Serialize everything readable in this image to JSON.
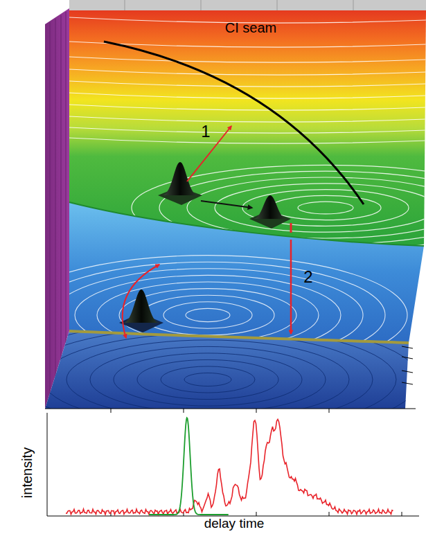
{
  "diagram": {
    "labels": [
      "CI seam",
      "1",
      "2",
      "intensity",
      "delay time"
    ]
  }
}
